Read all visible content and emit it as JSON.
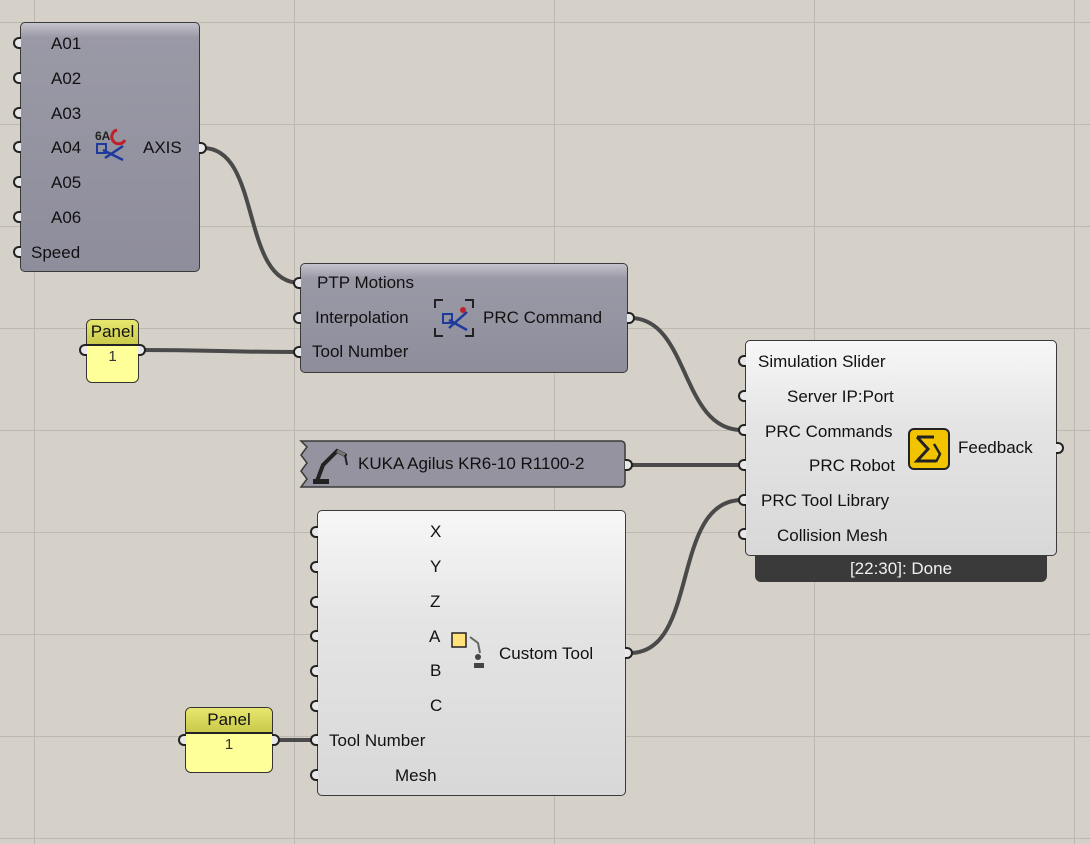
{
  "axis_component": {
    "inputs": [
      "A01",
      "A02",
      "A03",
      "A04",
      "A05",
      "A06",
      "Speed"
    ],
    "output": "AXIS",
    "icon": "axis-robot-icon"
  },
  "prc_command": {
    "inputs": [
      "PTP Motions",
      "Interpolation",
      "Tool Number"
    ],
    "output": "PRC Command",
    "icon": "prc-command-icon"
  },
  "panel_top": {
    "title": "Panel",
    "value": "1"
  },
  "panel_bottom": {
    "title": "Panel",
    "value": "1"
  },
  "robot_param": {
    "label": "KUKA Agilus KR6-10 R1100-2",
    "icon": "robot-arm-icon"
  },
  "custom_tool": {
    "inputs": [
      "X",
      "Y",
      "Z",
      "A",
      "B",
      "C",
      "Tool Number",
      "Mesh"
    ],
    "output": "Custom Tool",
    "icon": "custom-tool-icon"
  },
  "core": {
    "inputs": [
      "Simulation Slider",
      "Server IP:Port",
      "PRC Commands",
      "PRC Robot",
      "PRC Tool Library",
      "Collision Mesh"
    ],
    "output": "Feedback",
    "status": "[22:30]: Done",
    "icon": "prc-core-icon"
  }
}
